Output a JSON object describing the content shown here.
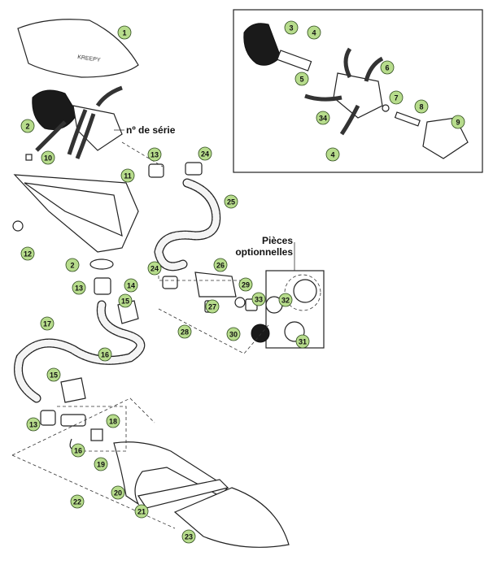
{
  "labels": {
    "serial_number": "nº de série",
    "optional_parts_line1": "Pièces",
    "optional_parts_line2": "optionnelles",
    "logo_text": "KREEPY"
  },
  "callout_color": "#b7dc8c",
  "callouts": [
    "1",
    "2",
    "3",
    "4",
    "5",
    "6",
    "7",
    "8",
    "9",
    "4",
    "34",
    "10",
    "11",
    "12",
    "13",
    "24",
    "25",
    "2",
    "13",
    "14",
    "24",
    "26",
    "29",
    "33",
    "27",
    "28",
    "30",
    "32",
    "31",
    "15",
    "17",
    "16",
    "15",
    "13",
    "18",
    "16",
    "19",
    "20",
    "22",
    "21",
    "23"
  ]
}
